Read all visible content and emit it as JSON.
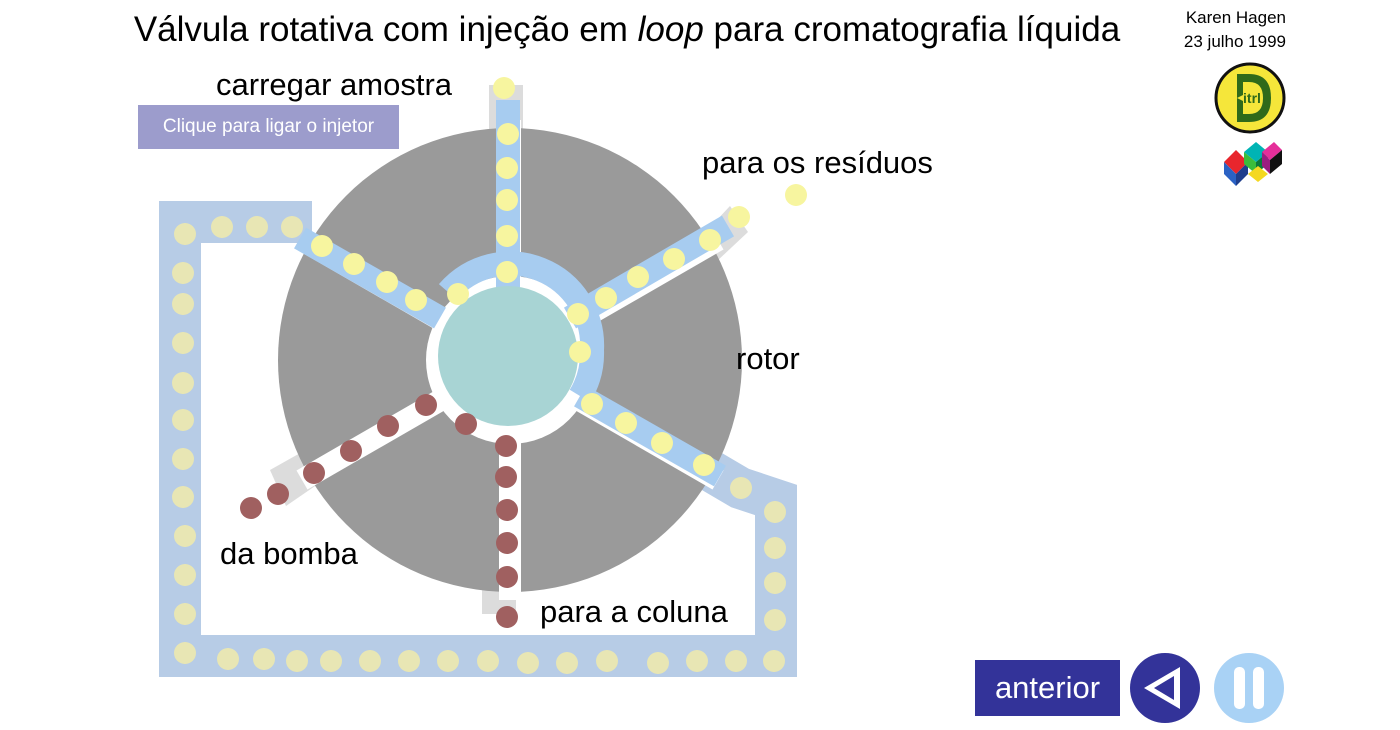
{
  "title": {
    "part1": "Válvula rotativa com injeção em ",
    "italic": "loop",
    "part2": " para cromatografia líquida"
  },
  "author": {
    "name": "Karen Hagen",
    "date": "23 julho 1999"
  },
  "logo": {
    "text": "itrl"
  },
  "inject_button": {
    "label": "Clique para ligar o injetor"
  },
  "diagram_labels": {
    "load_sample": "carregar amostra",
    "to_waste": "para os resíduos",
    "rotor": "rotor",
    "from_pump": "da bomba",
    "to_column": "para a coluna"
  },
  "nav": {
    "previous_label": "anterior",
    "back_icon": "triangle-left-icon",
    "pause_icon": "pause-icon"
  },
  "colors": {
    "rotor": "#9a9a9a",
    "center_hub": "#a8d4d4",
    "sample_flow": "#a7ccf0",
    "sample_dots": "#f7f59f",
    "mobile_phase_dots": "#a06060",
    "loop_tube": "#b7cce6",
    "loop_dots": "#e8e6b4",
    "nav_dark": "#333399",
    "nav_light": "#a9d2f5",
    "inject_button": "#9c9ccc"
  }
}
